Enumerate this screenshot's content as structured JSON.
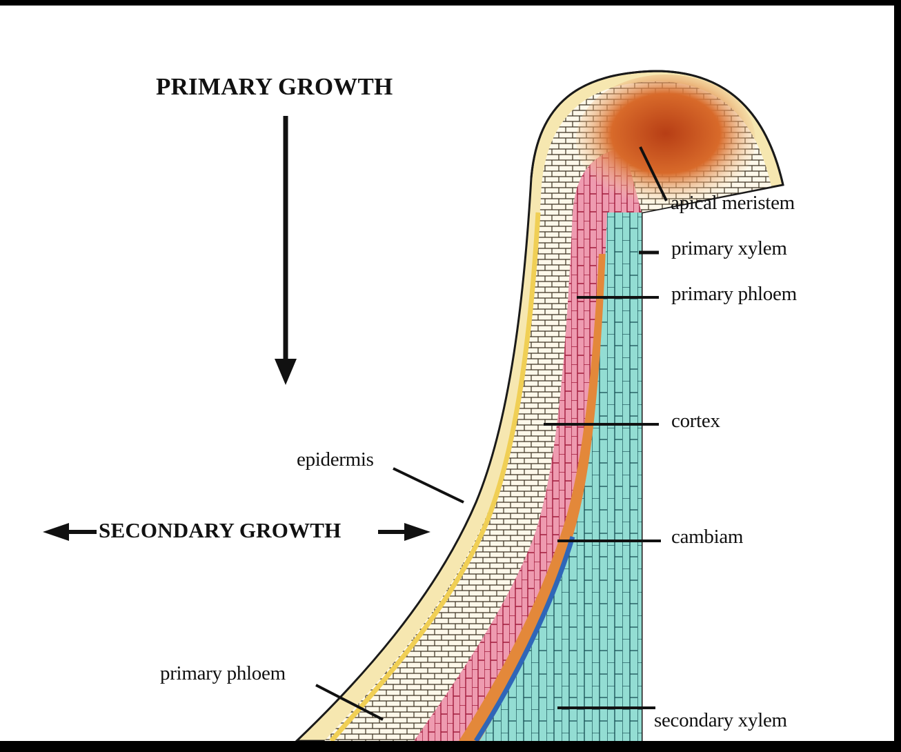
{
  "headings": {
    "primary_growth": "PRIMARY GROWTH",
    "secondary_growth": "SECONDARY GROWTH"
  },
  "labels": {
    "apical_meristem": "apical meristem",
    "primary_xylem": "primary xylem",
    "primary_phloem_right": "primary phloem",
    "cortex": "cortex",
    "epidermis": "epidermis",
    "cambium": "cambiam",
    "primary_phloem_left": "primary phloem",
    "secondary_xylem": "secondary xylem"
  },
  "colors": {
    "background": "#ffffff",
    "frame": "#000000",
    "epidermis": "#f6e7b0",
    "cortex": "#fdf8ea",
    "phloem": "#e98aa0",
    "cambium": "#e3883a",
    "xylem": "#8fdcd2",
    "secondary_xylem_edge": "#2f66b8",
    "meristem": "#c0501d",
    "outline": "#1a1a1a"
  }
}
